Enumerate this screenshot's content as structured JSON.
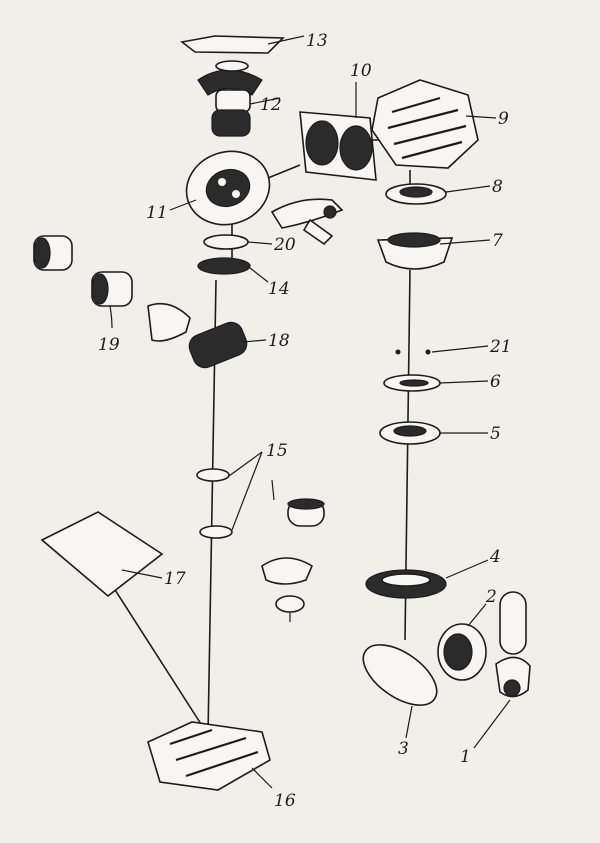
{
  "labels": {
    "l1": "1",
    "l2": "2",
    "l3": "3",
    "l4": "4",
    "l5": "5",
    "l6": "6",
    "l7": "7",
    "l8": "8",
    "l9": "9",
    "l10": "10",
    "l11": "11",
    "l12": "12",
    "l13": "13",
    "l14": "14",
    "l15": "15",
    "l16": "16",
    "l17": "17",
    "l18": "18",
    "l19": "19",
    "l20": "20",
    "l21": "21"
  },
  "colors": {
    "ink": "#1c1c1c",
    "paper": "#f1efe9"
  }
}
